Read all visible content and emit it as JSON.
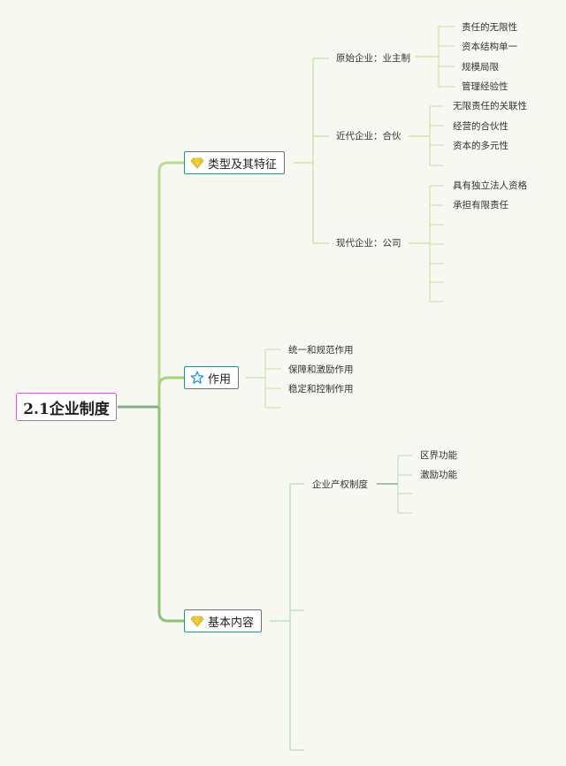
{
  "root": {
    "label": "2.1企业制度"
  },
  "branches": [
    {
      "label": "类型及其特征",
      "icon": "gem-icon",
      "children": [
        {
          "label": "原始企业：业主制",
          "leaves": [
            "责任的无限性",
            "资本结构单一",
            "规模局限",
            "管理经验性"
          ]
        },
        {
          "label": "近代企业：合伙",
          "leaves": [
            "无限责任的关联性",
            "经营的合伙性",
            "资本的多元性"
          ]
        },
        {
          "label": "现代企业：公司",
          "leaves": [
            "具有独立法人资格",
            "承担有限责任"
          ]
        }
      ]
    },
    {
      "label": "作用",
      "icon": "star-icon",
      "leaves": [
        "统一和规范作用",
        "保障和激励作用",
        "稳定和控制作用"
      ]
    },
    {
      "label": "基本内容",
      "icon": "gem-icon",
      "children": [
        {
          "label": "企业产权制度",
          "leaves": [
            "区界功能",
            "激励功能"
          ]
        }
      ]
    }
  ],
  "colors": {
    "root_border": "#c45fc6",
    "branch_border": "#3d8a7a",
    "line_light": "#b9dc8e",
    "line_mid": "#96c878",
    "line_dark": "#7fb28a",
    "gem": "#f2d43a",
    "star": "#2e8fd6"
  }
}
